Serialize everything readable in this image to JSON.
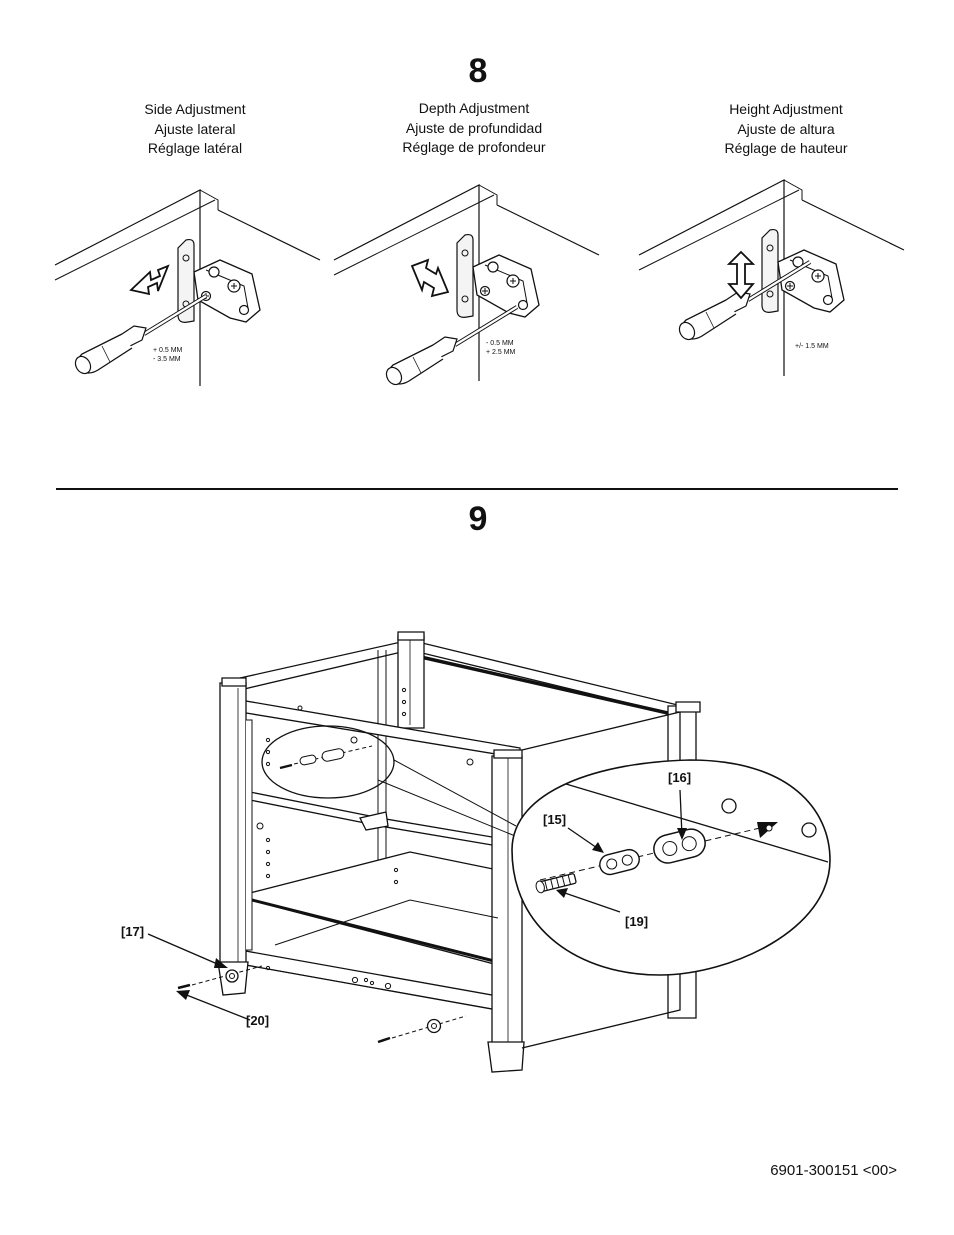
{
  "step8": {
    "number": "8",
    "panels": [
      {
        "title": [
          "Side Adjustment",
          "Ajuste lateral",
          "Réglage latéral"
        ],
        "range": [
          "+ 0.5 MM",
          "- 3.5 MM"
        ]
      },
      {
        "title": [
          "Depth Adjustment",
          "Ajuste de profundidad",
          "Réglage de profondeur"
        ],
        "range": [
          "- 0.5 MM",
          "+ 2.5 MM"
        ]
      },
      {
        "title": [
          "Height Adjustment",
          "Ajuste de altura",
          "Réglage de hauteur"
        ],
        "range": [
          "+/- 1.5 MM"
        ]
      }
    ]
  },
  "step9": {
    "number": "9",
    "callouts": {
      "p15": "[15]",
      "p16": "[16]",
      "p17": "[17]",
      "p19": "[19]",
      "p20": "[20]"
    }
  },
  "footer": {
    "doc_number": "6901-300151 <00>"
  }
}
